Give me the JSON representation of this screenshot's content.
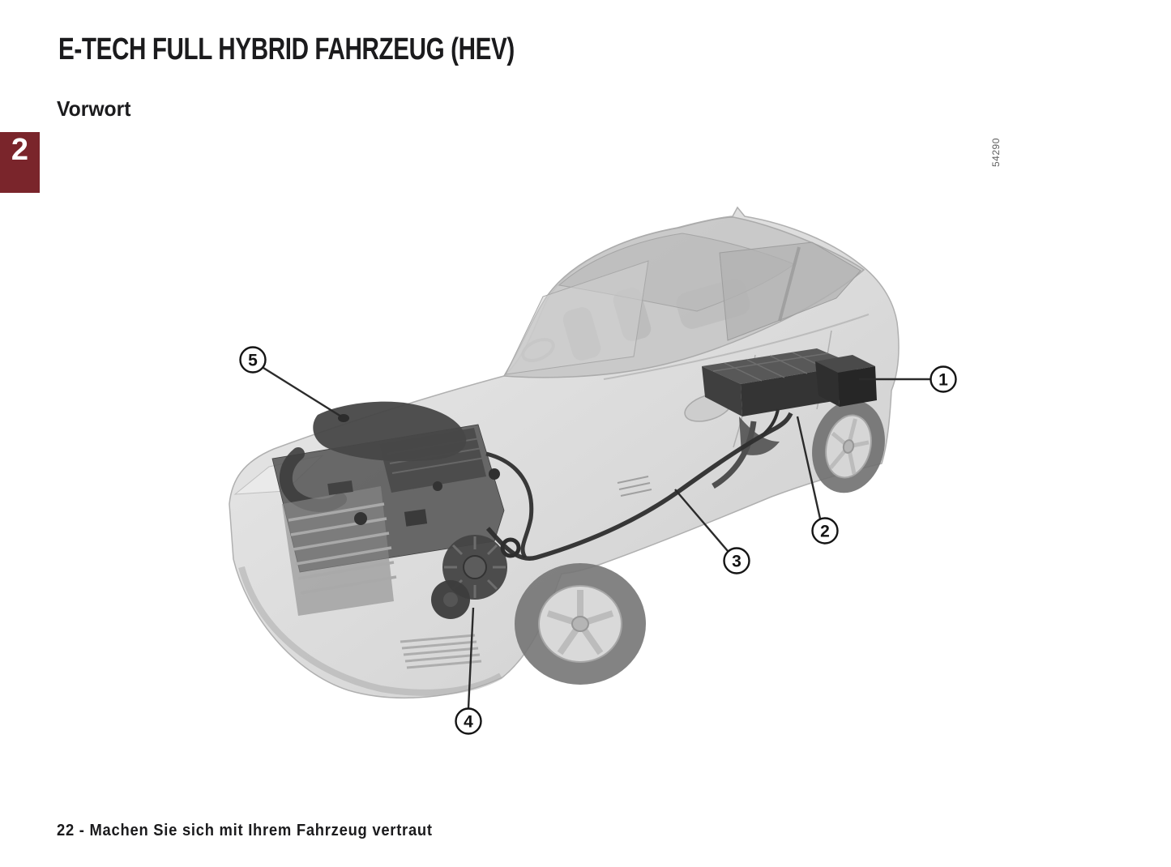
{
  "page": {
    "title": "E-TECH FULL HYBRID FAHRZEUG (HEV)",
    "section_heading": "Vorwort",
    "chapter_tab": "2",
    "footer": "22 - Machen Sie sich mit Ihrem Fahrzeug vertraut"
  },
  "figure": {
    "description": "ghosted-cutaway-view-of-hybrid-vehicle-with-numbered-components",
    "reference_code": "54290",
    "callouts": [
      {
        "label": "1"
      },
      {
        "label": "2"
      },
      {
        "label": "3"
      },
      {
        "label": "4"
      },
      {
        "label": "5"
      }
    ]
  },
  "colors": {
    "chapter_tab_bg": "#7a252b",
    "text": "#1b1b1d",
    "figure_reference_text": "#5f5f5f",
    "callout_line": "#2b2b2b"
  }
}
